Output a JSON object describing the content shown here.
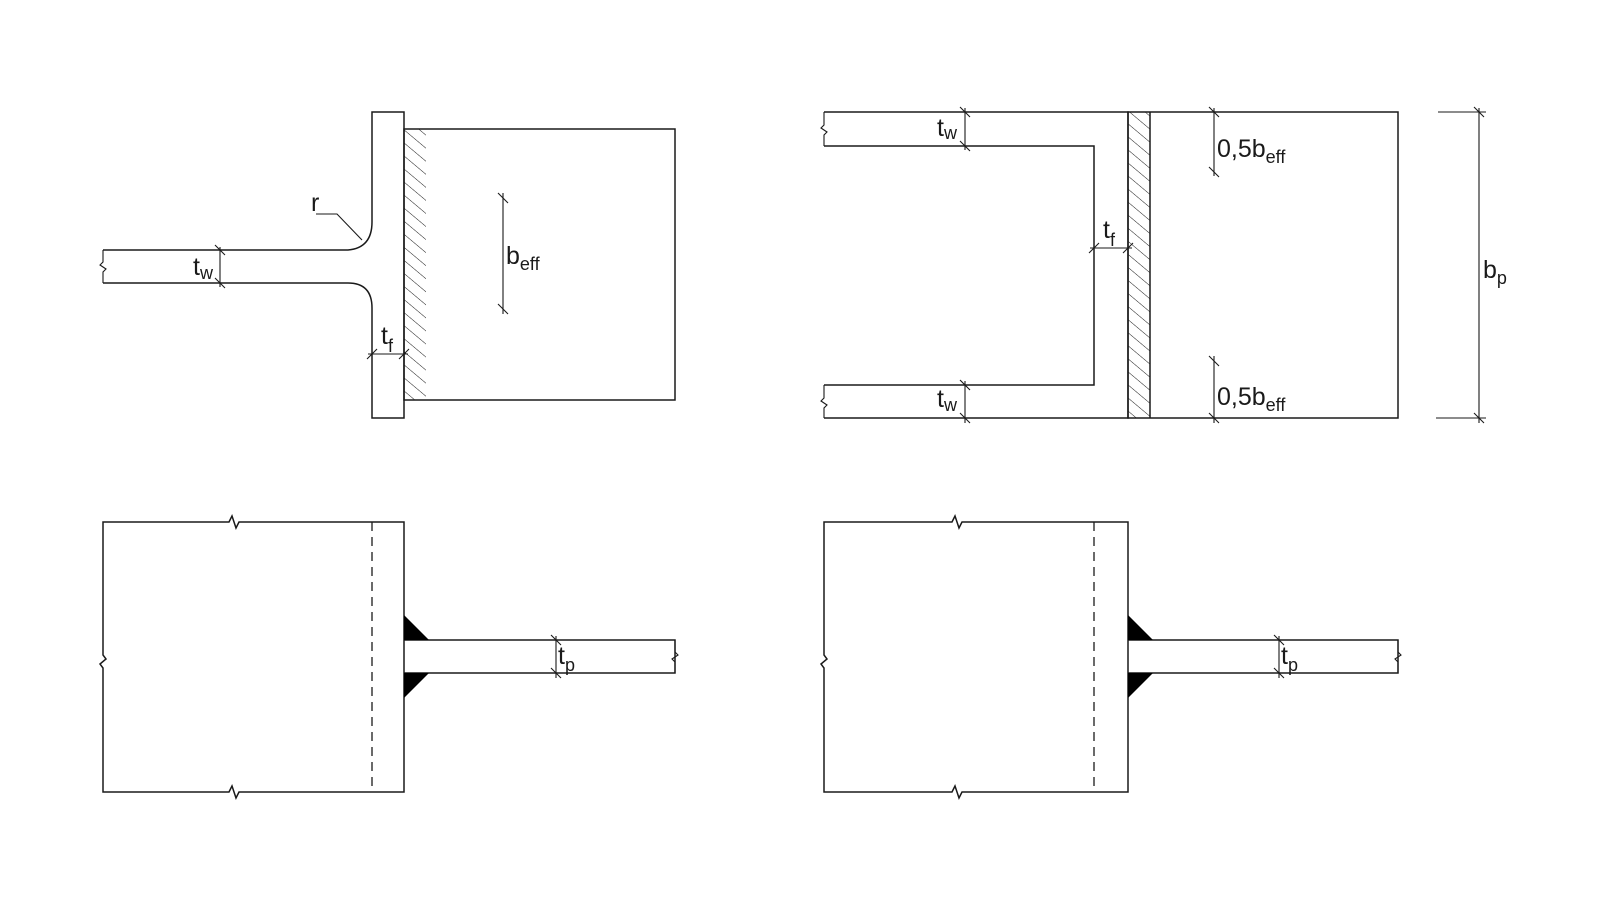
{
  "labels": {
    "r": "r",
    "t": "t",
    "b": "b",
    "w": "w",
    "f": "f",
    "p": "p",
    "eff": "eff",
    "half_prefix": "0,5b"
  },
  "colors": {
    "line": "#1a1a1a",
    "weld": "#000000",
    "background": "#ffffff"
  }
}
